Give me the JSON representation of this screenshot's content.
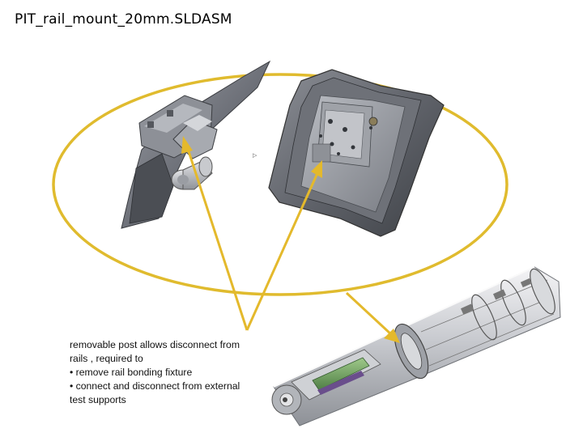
{
  "slide": {
    "title": "PIT_rail_mount_20mm.SLDASM",
    "note_lines": [
      "removable post allows disconnect from",
      "rails , required to",
      "• remove rail bonding fixture",
      "• connect and disconnect from external",
      "test supports"
    ]
  },
  "colors": {
    "ellipse": "#e0bb2e",
    "arrow": "#e4b92c",
    "part_dark": "#6c6f76",
    "part_mid": "#9a9da4",
    "part_light": "#cfd1d6"
  }
}
